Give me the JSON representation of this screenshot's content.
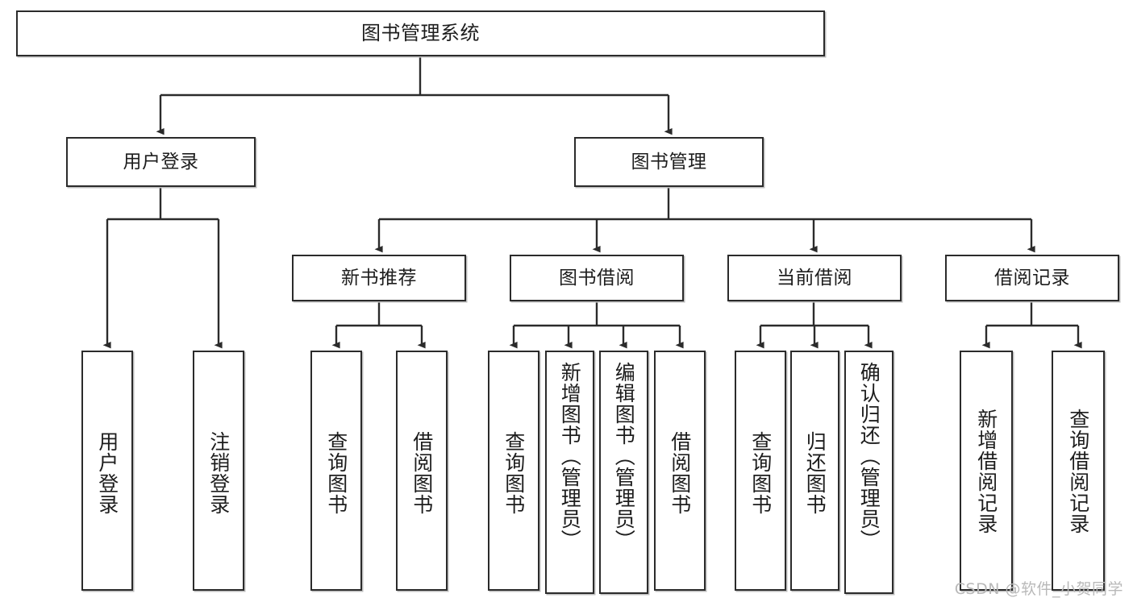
{
  "diagram": {
    "title": "图书管理系统",
    "type": "tree-hierarchy",
    "watermark": "CSDN @软件_小贺同学",
    "colors": {
      "border": "#2b2b2b",
      "fill": "#ffffff",
      "text": "#1d1d1d",
      "wire": "#2b2b2b",
      "watermark": "#b9b9b9"
    },
    "root": {
      "label": "图书管理系统"
    },
    "level1": [
      {
        "label": "用户登录"
      },
      {
        "label": "图书管理"
      }
    ],
    "level2": [
      {
        "label": "新书推荐"
      },
      {
        "label": "图书借阅"
      },
      {
        "label": "当前借阅"
      },
      {
        "label": "借阅记录"
      }
    ],
    "leaves": {
      "user_login": [
        {
          "label": "用户登录"
        },
        {
          "label": "注销登录"
        }
      ],
      "new_book": [
        {
          "label": "查询图书"
        },
        {
          "label": "借阅图书"
        }
      ],
      "book_borrow": [
        {
          "label": "查询图书"
        },
        {
          "label": "新增图书（管理员）"
        },
        {
          "label": "编辑图书（管理员）"
        },
        {
          "label": "借阅图书"
        }
      ],
      "current_borrow": [
        {
          "label": "查询图书"
        },
        {
          "label": "归还图书"
        },
        {
          "label": "确认归还（管理员）"
        }
      ],
      "borrow_record": [
        {
          "label": "新增借阅记录"
        },
        {
          "label": "查询借阅记录"
        }
      ]
    }
  }
}
